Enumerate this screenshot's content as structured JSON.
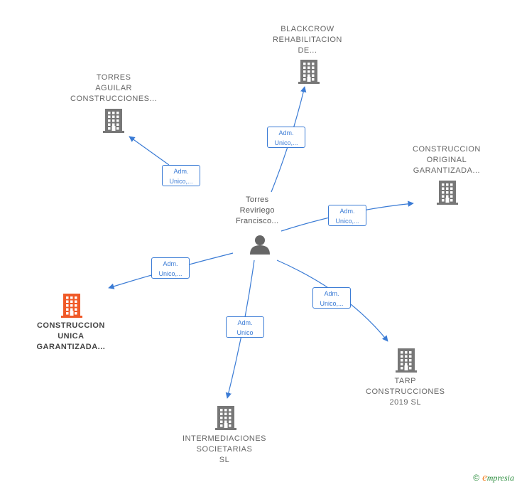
{
  "center": {
    "name_lines": [
      "Torres",
      "Reviriego",
      "Francisco..."
    ],
    "icon": "person-icon"
  },
  "nodes": [
    {
      "id": "blackcrow",
      "lines": [
        "BLACKCROW",
        "REHABILITACION",
        "DE..."
      ],
      "icon": "building-icon",
      "color": "#777777"
    },
    {
      "id": "torres-aguilar",
      "lines": [
        "TORRES",
        "AGUILAR",
        "CONSTRUCCIONES..."
      ],
      "icon": "building-icon",
      "color": "#777777"
    },
    {
      "id": "construccion-original",
      "lines": [
        "CONSTRUCCION",
        "ORIGINAL",
        "GARANTIZADA..."
      ],
      "icon": "building-icon",
      "color": "#777777"
    },
    {
      "id": "construccion-unica",
      "lines": [
        "CONSTRUCCION",
        "UNICA",
        "GARANTIZADA..."
      ],
      "icon": "building-icon",
      "color": "#f05a28"
    },
    {
      "id": "tarp",
      "lines": [
        "TARP",
        "CONSTRUCCIONES",
        "2019  SL"
      ],
      "icon": "building-icon",
      "color": "#777777"
    },
    {
      "id": "intermediaciones",
      "lines": [
        "INTERMEDIACIONES",
        "SOCIETARIAS",
        "SL"
      ],
      "icon": "building-icon",
      "color": "#777777"
    }
  ],
  "edges": [
    {
      "to": "blackcrow",
      "lines": [
        "Adm.",
        "Unico,..."
      ]
    },
    {
      "to": "torres-aguilar",
      "lines": [
        "Adm.",
        "Unico,..."
      ]
    },
    {
      "to": "construccion-original",
      "lines": [
        "Adm.",
        "Unico,..."
      ]
    },
    {
      "to": "construccion-unica",
      "lines": [
        "Adm.",
        "Unico,..."
      ]
    },
    {
      "to": "tarp",
      "lines": [
        "Adm.",
        "Unico,..."
      ]
    },
    {
      "to": "intermediaciones",
      "lines": [
        "Adm.",
        "Unico"
      ]
    }
  ],
  "colors": {
    "edge": "#3a7bd5",
    "person": "#666666"
  },
  "watermark": {
    "copyright": "©",
    "brand_initial": "e",
    "brand_rest": "mpresia"
  }
}
